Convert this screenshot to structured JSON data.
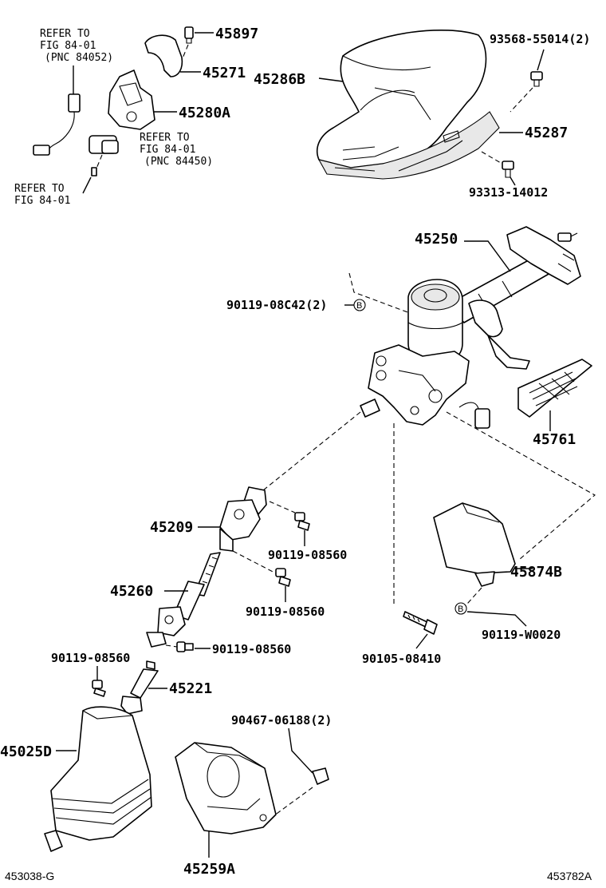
{
  "refs": {
    "ref_top_1": "REFER TO",
    "ref_top_2": "FIG 84-01",
    "ref_top_3": "(PNC 84052)",
    "ref_mid_1": "REFER TO",
    "ref_mid_2": "FIG 84-01",
    "ref_mid_3": "(PNC 84450)",
    "ref_bot_1": "REFER TO",
    "ref_bot_2": "FIG 84-01"
  },
  "parts": {
    "p45897": "45897",
    "p45271": "45271",
    "p45280A": "45280A",
    "p45286B": "45286B",
    "p93568": "93568-55014(2)",
    "p45287": "45287",
    "p93313": "93313-14012",
    "p45250": "45250",
    "p90119_08C42": "90119-08C42(2)",
    "p45761": "45761",
    "p45209": "45209",
    "p90119_a": "90119-08560",
    "p45260": "45260",
    "p90119_b": "90119-08560",
    "p90119_c": "90119-08560",
    "p90119_d": "90119-08560",
    "p45221": "45221",
    "p45874B": "45874B",
    "p90119_W": "90119-W0020",
    "p90105": "90105-08410",
    "p90467": "90467-06188(2)",
    "p45025D": "45025D",
    "p45259A": "45259A"
  },
  "markers": {
    "b_upper": "B",
    "b_lower": "B"
  },
  "corners": {
    "left": "453038-G",
    "right": "453782A"
  }
}
